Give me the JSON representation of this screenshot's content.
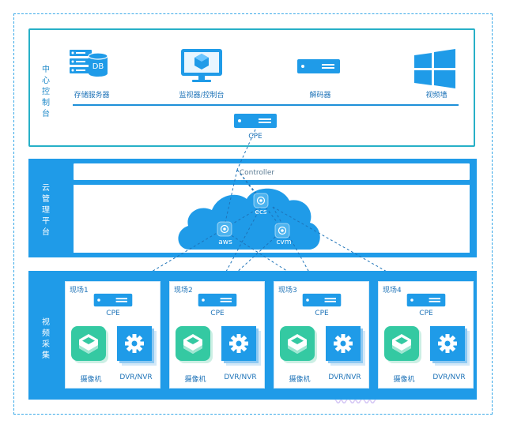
{
  "sections": {
    "center": {
      "label": "中心控制台",
      "chars": [
        "中",
        "心",
        "控",
        "制",
        "台"
      ]
    },
    "cloud": {
      "label": "云管理平台",
      "chars": [
        "云",
        "管",
        "理",
        "平",
        "台"
      ]
    },
    "capture": {
      "label": "视频采集",
      "chars": [
        "视",
        "频",
        "采",
        "集"
      ]
    }
  },
  "center_devices": {
    "storage": {
      "label": "存储服务器",
      "badge": "DB",
      "icon": "storage-server-db-icon"
    },
    "monitor": {
      "label": "监视器/控制台",
      "icon": "monitor-console-icon"
    },
    "decoder": {
      "label": "解码器",
      "icon": "decoder-icon"
    },
    "videowall": {
      "label": "视频墙",
      "icon": "video-wall-windows-icon"
    },
    "cpe": {
      "label": "CPE",
      "icon": "cpe-router-icon"
    }
  },
  "cloud": {
    "controller": "Controller",
    "nodes": [
      {
        "label": "ecs",
        "icon": "ecs-icon"
      },
      {
        "label": "aws",
        "icon": "aws-icon"
      },
      {
        "label": "cvm",
        "icon": "cvm-icon"
      }
    ]
  },
  "sites": [
    {
      "name": "现场1",
      "cpe": "CPE",
      "camera": "摄像机",
      "dvr": "DVR/NVR"
    },
    {
      "name": "现场2",
      "cpe": "CPE",
      "camera": "摄像机",
      "dvr": "DVR/NVR"
    },
    {
      "name": "现场3",
      "cpe": "CPE",
      "camera": "摄像机",
      "dvr": "DVR/NVR"
    },
    {
      "name": "现场4",
      "cpe": "CPE",
      "camera": "摄像机",
      "dvr": "DVR/NVR"
    }
  ],
  "colors": {
    "primary_blue": "#1f9be8",
    "teal_border": "#27b0c7",
    "camera_green": "#34c9a2",
    "dvr_blue": "#1f9be8"
  }
}
